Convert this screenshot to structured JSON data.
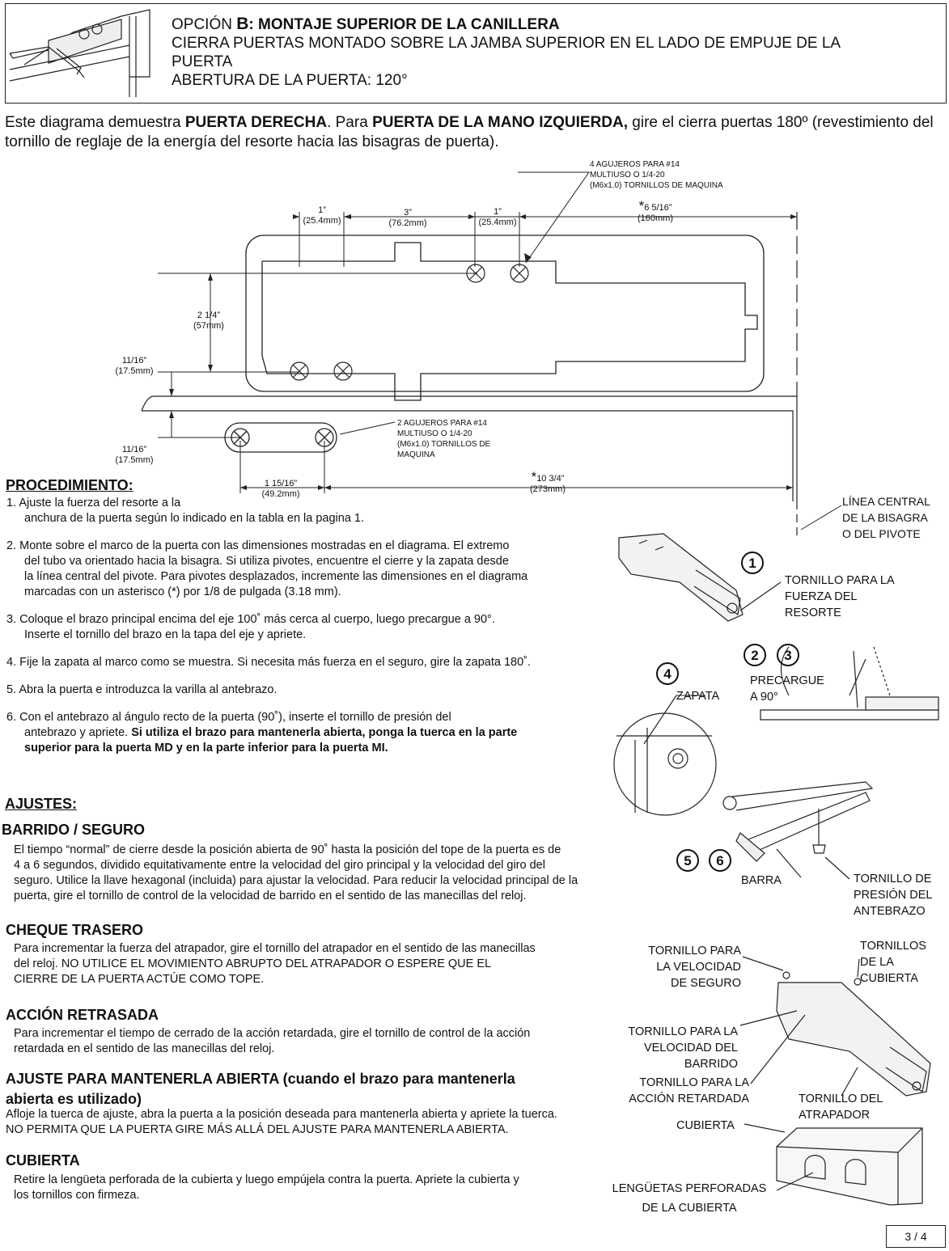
{
  "header": {
    "option_prefix": "OPCIÓN ",
    "option_letter": "B",
    "option_title": ":  MONTAJE SUPERIOR DE LA CANILLERA",
    "line2": "CIERRA PUERTAS MONTADO SOBRE LA JAMBA SUPERIOR EN EL LADO DE EMPUJE DE LA",
    "line3": "PUERTA",
    "line4": "ABERTURA DE LA PUERTA:  120°"
  },
  "intro": {
    "t1": "Este diagrama demuestra ",
    "b1": "PUERTA DERECHA",
    "t2": ".  Para ",
    "b2": "PUERTA DE LA MANO IZQUIERDA,",
    "t3": " gire el cierra puertas 180º (revestimiento del tornillo de reglaje de la energía del resorte hacia las bisagras de puerta)."
  },
  "diagram": {
    "note_top": [
      "4 AGUJEROS PARA #14",
      "MULTIUSO O 1/4-20",
      "(M6x1.0) TORNILLOS DE MAQUINA"
    ],
    "note_bottom": [
      "2 AGUJEROS PARA #14",
      "MULTIUSO O 1/4-20",
      "(M6x1.0) TORNILLOS DE",
      "MAQUINA"
    ],
    "d1": [
      "1”",
      "(25.4mm)"
    ],
    "d2": [
      "3”",
      "(76.2mm)"
    ],
    "d3": [
      "1”",
      "(25.4mm)"
    ],
    "d4": [
      "*",
      "6 5/16”",
      "(160mm)"
    ],
    "d5": [
      "2 1/4”",
      "(57mm)"
    ],
    "d6": [
      "11/16”",
      "(17.5mm)"
    ],
    "d7": [
      "11/16”",
      "(17.5mm)"
    ],
    "d8": [
      "1 15/16”",
      "(49.2mm)"
    ],
    "d9": [
      "*",
      "10 3/4”",
      "(273mm)"
    ],
    "centerline": [
      "LÍNEA CENTRAL",
      "DE LA BISAGRA",
      "O DEL PIVOTE"
    ]
  },
  "procedure": {
    "title": "PROCEDIMIENTO:",
    "s1": [
      "1.  Ajuste la fuerza del resorte a la",
      "anchura de la puerta según lo indicado en la  tabla en la pagina 1."
    ],
    "s2": [
      "2.  Monte sobre el marco de la puerta con las dimensiones mostradas en el diagrama. El extremo",
      "del tubo va orientado hacia la bisagra. Si utiliza pivotes, encuentre el cierre y la zapata desde",
      "la línea central del pivote. Para pivotes desplazados, incremente las dimensiones en el diagrama",
      "marcadas con un asterisco (*) por 1/8 de pulgada (3.18 mm)."
    ],
    "s3": [
      "3.  Coloque el brazo principal encima del eje 100˚ más cerca al cuerpo, luego precargue a 90°.",
      "Inserte el tornillo del brazo en la tapa del eje y apriete."
    ],
    "s4": "4.  Fije la zapata al marco como se muestra. Si necesita más fuerza en el seguro, gire la zapata 180˚.",
    "s5": "5.  Abra la puerta e introduzca la varilla al antebrazo.",
    "s6": [
      "6.  Con el antebrazo al ángulo recto de la puerta (90˚), inserte el tornillo de presión del",
      "antebrazo y apriete.  ",
      "Si utiliza el brazo para mantenerla abierta, ponga la tuerca en la parte",
      "superior para la puerta MD y en la parte inferior para la puerta MI."
    ]
  },
  "figures": {
    "n1": "1",
    "n2": "2",
    "n3": "3",
    "n4": "4",
    "n5": "5",
    "n6": "6",
    "spring": [
      "TORNILLO PARA LA",
      "FUERZA DEL",
      "RESORTE"
    ],
    "preload": [
      "PRECARGUE",
      "A 90°"
    ],
    "shoe": "ZAPATA",
    "bar": "BARRA",
    "forearm": [
      "TORNILLO DE",
      "PRESIÓN DEL",
      "ANTEBRAZO"
    ],
    "latch_speed": [
      "TORNILLO PARA",
      "LA VELOCIDAD",
      "DE SEGURO"
    ],
    "cover_screws": [
      "TORNILLOS",
      "DE LA",
      "CUBIERTA"
    ],
    "sweep_speed": [
      "TORNILLO PARA LA",
      "VELOCIDAD DEL",
      "BARRIDO"
    ],
    "delay": [
      "TORNILLO PARA LA",
      "ACCIÓN RETARDADA"
    ],
    "backcheck": [
      "TORNILLO DEL",
      "ATRAPADOR"
    ],
    "cover": "CUBIERTA",
    "tabs": [
      "LENGÜETAS PERFORADAS",
      "DE LA CUBIERTA"
    ]
  },
  "adjustments": {
    "title": "AJUSTES:",
    "sweep_title": "BARRIDO / SEGURO",
    "sweep_body": [
      "El tiempo “normal” de cierre desde la posición abierta de 90˚ hasta la posición del tope de la puerta es de",
      "4 a 6 segundos, dividido equitativamente entre la velocidad del giro principal y la velocidad del giro del",
      "seguro. Utilice la llave hexagonal (incluida) para ajustar la velocidad. Para reducir la velocidad principal de la",
      "puerta, gire el tornillo de control de la velocidad de barrido en el sentido de las manecillas del reloj."
    ],
    "back_title": "CHEQUE TRASERO",
    "back_body": [
      "Para incrementar la fuerza del atrapador, gire el tornillo del atrapador en el sentido de las manecillas",
      "del reloj.  NO UTILICE EL MOVIMIENTO ABRUPTO DEL ATRAPADOR O ESPERE QUE EL",
      "CIERRE DE LA PUERTA ACTÚE COMO TOPE."
    ],
    "delay_title": "ACCIÓN RETRASADA",
    "delay_body": [
      "Para incrementar el tiempo de cerrado de la acción retardada, gire el tornillo de control de la acción",
      "retardada en el sentido de las manecillas del reloj."
    ],
    "hold_title": [
      "AJUSTE PARA MANTENERLA ABIERTA (cuando el brazo para mantenerla",
      "abierta es utilizado)"
    ],
    "hold_body": [
      "Afloje la tuerca de ajuste, abra la puerta a la posición deseada para mantenerla abierta y apriete la tuerca.",
      "NO PERMITA QUE LA PUERTA GIRE MÁS ALLÁ DEL AJUSTE PARA MANTENERLA ABIERTA."
    ],
    "cover_title": "CUBIERTA",
    "cover_body": [
      "Retire la lengüeta perforada de la cubierta y luego empújela contra la puerta. Apriete la cubierta y",
      "los tornillos con firmeza."
    ]
  },
  "page": "3 / 4"
}
